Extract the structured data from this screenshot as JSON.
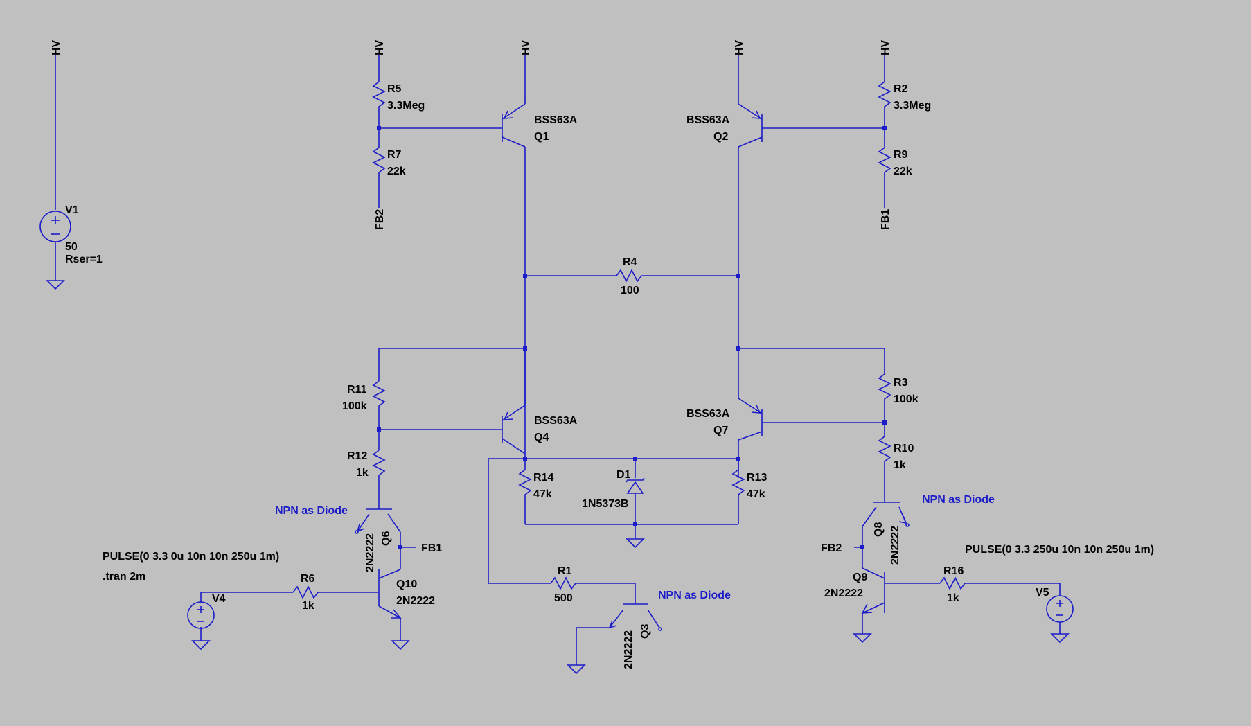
{
  "colors": {
    "background": "#c0c0c0",
    "wire": "#1c1cc8",
    "text": "#000000",
    "comment": "#1c1cc8"
  },
  "components": {
    "V1": {
      "name": "V1",
      "value": "50",
      "extra": "Rser=1"
    },
    "V4": {
      "name": "V4"
    },
    "V5": {
      "name": "V5"
    },
    "R1": {
      "name": "R1",
      "value": "500"
    },
    "R2": {
      "name": "R2",
      "value": "3.3Meg"
    },
    "R3": {
      "name": "R3",
      "value": "100k"
    },
    "R4": {
      "name": "R4",
      "value": "100"
    },
    "R5": {
      "name": "R5",
      "value": "3.3Meg"
    },
    "R6": {
      "name": "R6",
      "value": "1k"
    },
    "R7": {
      "name": "R7",
      "value": "22k"
    },
    "R9": {
      "name": "R9",
      "value": "22k"
    },
    "R10": {
      "name": "R10",
      "value": "1k"
    },
    "R11": {
      "name": "R11",
      "value": "100k"
    },
    "R12": {
      "name": "R12",
      "value": "1k"
    },
    "R13": {
      "name": "R13",
      "value": "47k"
    },
    "R14": {
      "name": "R14",
      "value": "47k"
    },
    "R16": {
      "name": "R16",
      "value": "1k"
    },
    "Q1": {
      "name": "Q1",
      "model": "BSS63A"
    },
    "Q2": {
      "name": "Q2",
      "model": "BSS63A"
    },
    "Q3": {
      "name": "Q3",
      "model": "2N2222"
    },
    "Q4": {
      "name": "Q4",
      "model": "BSS63A"
    },
    "Q6": {
      "name": "Q6",
      "model": "2N2222"
    },
    "Q7": {
      "name": "Q7",
      "model": "BSS63A"
    },
    "Q8": {
      "name": "Q8",
      "model": "2N2222"
    },
    "Q9": {
      "name": "Q9",
      "model": "2N2222"
    },
    "Q10": {
      "name": "Q10",
      "model": "2N2222"
    },
    "D1": {
      "name": "D1",
      "model": "1N5373B"
    }
  },
  "nets": {
    "hv": "HV",
    "fb1": "FB1",
    "fb2": "FB2"
  },
  "directives": {
    "pulse_v4": "PULSE(0 3.3 0u 10n 10n 250u 1m)",
    "tran": ".tran 2m",
    "pulse_v5": "PULSE(0 3.3 250u 10n 10n 250u 1m)"
  },
  "comments": {
    "npn_diode": "NPN as Diode"
  }
}
